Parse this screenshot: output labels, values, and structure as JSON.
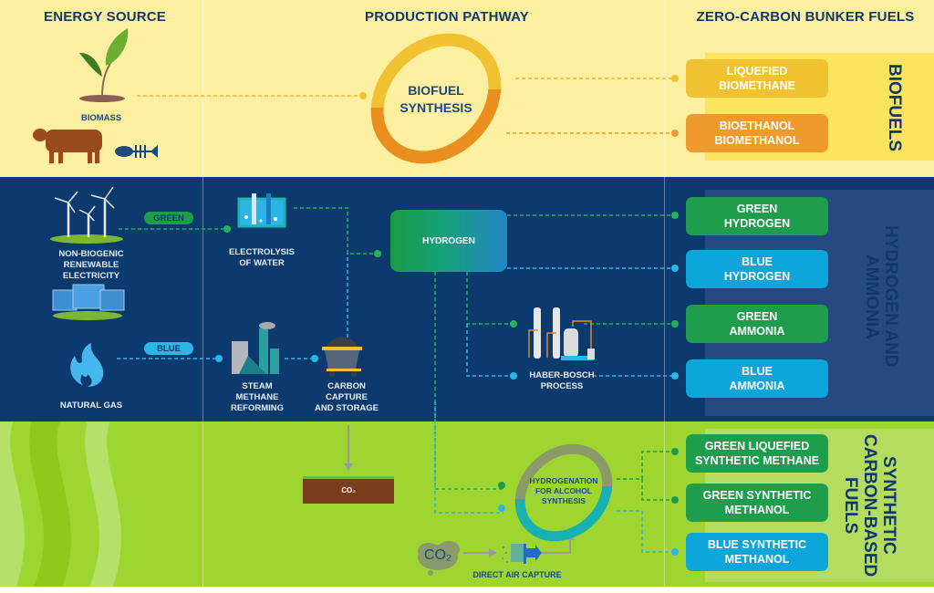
{
  "headers": {
    "energy_source": "ENERGY SOURCE",
    "production_pathway": "PRODUCTION PATHWAY",
    "zero_carbon_fuels": "ZERO-CARBON BUNKER FUELS"
  },
  "categories": {
    "biofuels": "BIOFUELS",
    "hydrogen_ammonia": "HYDROGEN AND\nAMMONIA",
    "synthetic": "SYNTHETIC\nCARBON-BASED\nFUELS"
  },
  "sources": {
    "biomass": "BIOMASS",
    "renewable": "NON-BIOGENIC\nRENEWABLE\nELECTRICITY",
    "natural_gas": "NATURAL GAS"
  },
  "tags": {
    "green": "GREEN",
    "blue": "BLUE"
  },
  "processes": {
    "biofuel_synthesis": "BIOFUEL\nSYNTHESIS",
    "electrolysis": "ELECTROLYSIS\nOF WATER",
    "steam_methane": "STEAM\nMETHANE\nREFORMING",
    "ccs": "CARBON\nCAPTURE\nAND STORAGE",
    "hydrogen": "HYDROGEN",
    "haber_bosch": "HABER-BOSCH\nPROCESS",
    "hydrogenation": "HYDROGENATION\nFOR ALCOHOL\nSYNTHESIS",
    "co2_storage": "CO₂",
    "co2_cloud": "CO₂",
    "direct_air_capture": "DIRECT AIR CAPTURE"
  },
  "fuels": [
    {
      "label": "LIQUEFIED\nBIOMETHANE",
      "color": "#f0c232"
    },
    {
      "label": "BIOETHANOL\nBIOMETHANOL",
      "color": "#ef9a2c"
    },
    {
      "label": "GREEN\nHYDROGEN",
      "color": "#1e9e4c"
    },
    {
      "label": "BLUE\nHYDROGEN",
      "color": "#0ea5da"
    },
    {
      "label": "GREEN\nAMMONIA",
      "color": "#1e9e4c"
    },
    {
      "label": "BLUE\nAMMONIA",
      "color": "#0ea5da"
    },
    {
      "label": "GREEN LIQUEFIED\nSYNTHETIC METHANE",
      "color": "#1e9e4c"
    },
    {
      "label": "GREEN SYNTHETIC\nMETHANOL",
      "color": "#1e9e4c"
    },
    {
      "label": "BLUE SYNTHETIC\nMETHANOL",
      "color": "#0ea5da"
    }
  ],
  "colors": {
    "navy_text": "#12386b",
    "green_line": "#22b25a",
    "blue_line": "#2bb6e8",
    "orange_line": "#f0b43c"
  }
}
